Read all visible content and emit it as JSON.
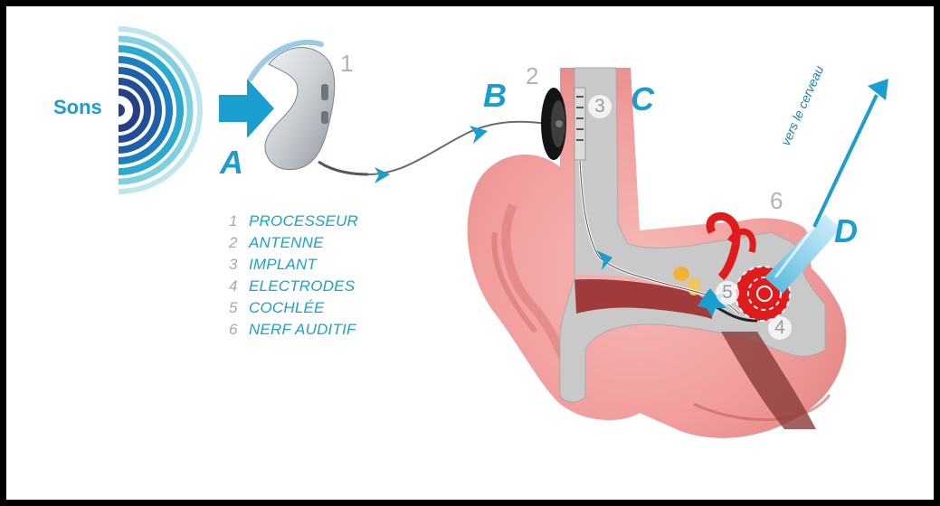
{
  "sound": {
    "label": "Sons"
  },
  "letters": {
    "a": "A",
    "b": "B",
    "c": "C",
    "d": "D"
  },
  "numbers": {
    "n1": "1",
    "n2": "2",
    "n3": "3",
    "n4": "4",
    "n5": "5",
    "n6": "6"
  },
  "legend": {
    "items": [
      {
        "num": "1",
        "label": "PROCESSEUR"
      },
      {
        "num": "2",
        "label": "ANTENNE"
      },
      {
        "num": "3",
        "label": "IMPLANT"
      },
      {
        "num": "4",
        "label": "ELECTRODES"
      },
      {
        "num": "5",
        "label": "COCHLÉE"
      },
      {
        "num": "6",
        "label": "NERF AUDITIF"
      }
    ]
  },
  "brain_label": "vers le cerveau",
  "colors": {
    "accent": "#1a9ed0",
    "legend_text": "#1aa3c9",
    "number_grey": "#a7a7a7",
    "skin": "#f4a6a6",
    "bone": "#c9c9c9"
  }
}
